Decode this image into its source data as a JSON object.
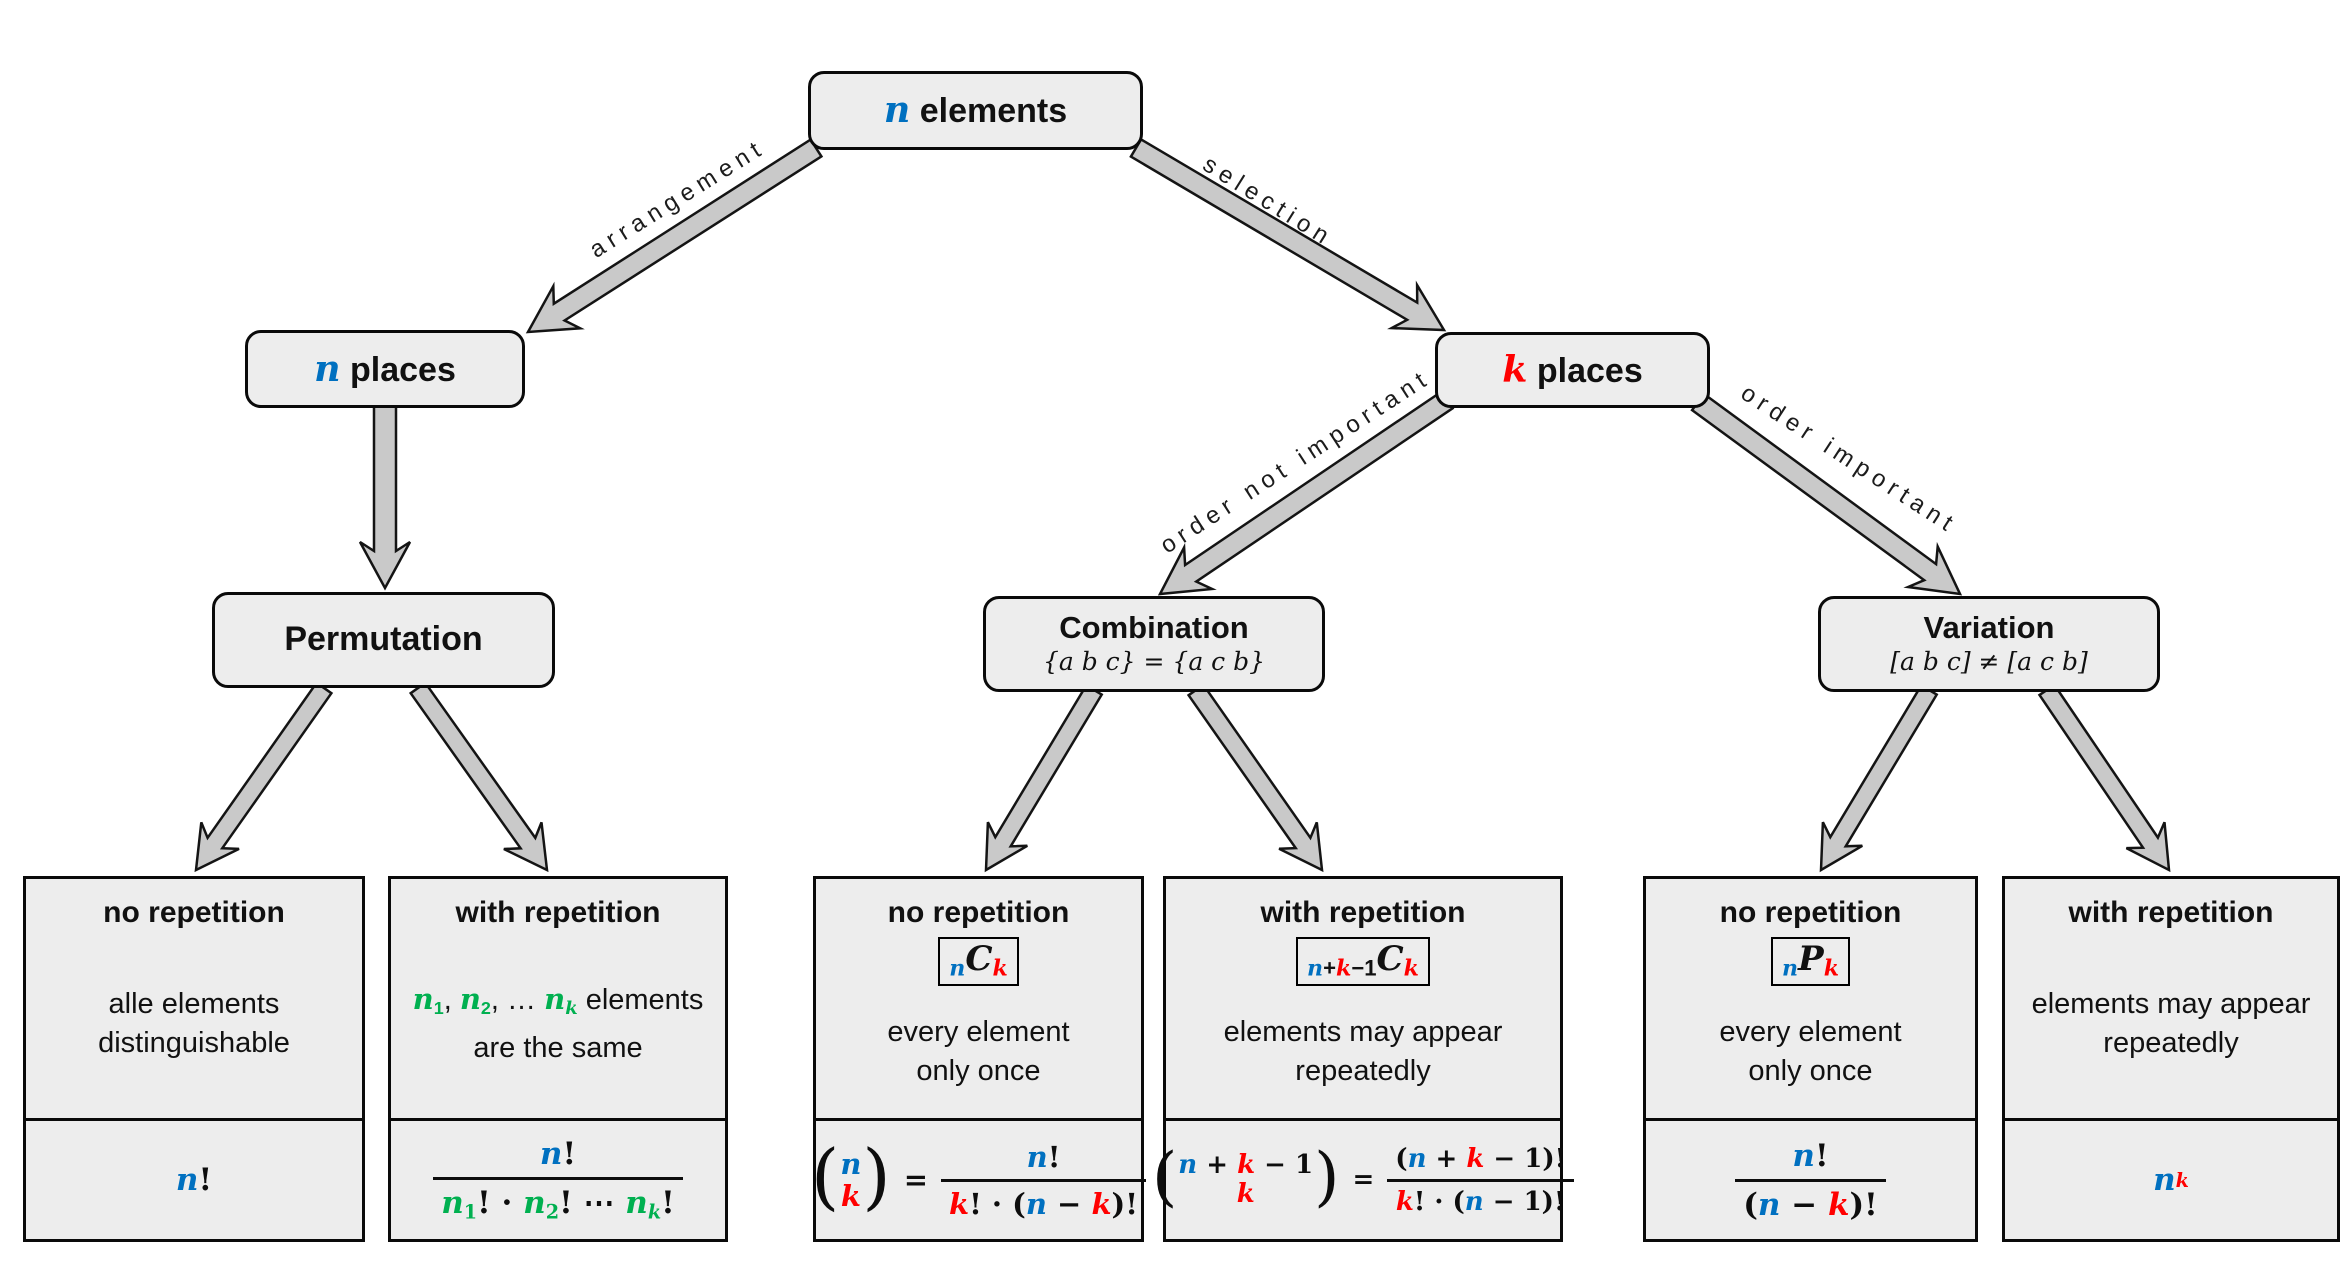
{
  "colors": {
    "blue": "#0070C0",
    "red": "#FF0000",
    "green": "#00B050",
    "fill": "#EDEDED",
    "arrow": "#C9C9C9",
    "border": "#0A0A0A"
  },
  "nodes": {
    "root": {
      "title": [
        {
          "t": "n",
          "c": "blue",
          "m": 1
        },
        {
          "t": " elements"
        }
      ]
    },
    "n_places": {
      "title": [
        {
          "t": "n",
          "c": "blue",
          "m": 1
        },
        {
          "t": " places"
        }
      ]
    },
    "k_places": {
      "title": [
        {
          "t": "k",
          "c": "red",
          "m": 1
        },
        {
          "t": " places"
        }
      ]
    },
    "permutation": {
      "title": [
        {
          "t": "Permutation"
        }
      ]
    },
    "combination": {
      "title": [
        {
          "t": "Combination"
        }
      ],
      "subtitle": "{a b c} = {a c b}"
    },
    "variation": {
      "title": [
        {
          "t": "Variation"
        }
      ],
      "subtitle": "[a b c] ≠ [a c b]"
    }
  },
  "edge_labels": {
    "arrangement": "arrangement",
    "selection": "selection",
    "order_not_important": "order not important",
    "order_important": "order important"
  },
  "leaves": [
    {
      "id": "permutation-no-repetition",
      "title": "no repetition",
      "badge": null,
      "desc": [
        [
          {
            "t": "alle elements"
          }
        ],
        [
          {
            "t": "distinguishable"
          }
        ]
      ],
      "formula": {
        "kind": "plain",
        "seq": [
          {
            "t": "n",
            "c": "blue",
            "m": 1
          },
          {
            "t": "!"
          }
        ]
      }
    },
    {
      "id": "permutation-with-repetition",
      "title": "with repetition",
      "badge": null,
      "desc": [
        [
          {
            "t": "n",
            "c": "green",
            "m": 1
          },
          {
            "t": "1",
            "c": "green",
            "v": "sub"
          },
          {
            "t": ", "
          },
          {
            "t": "n",
            "c": "green",
            "m": 1
          },
          {
            "t": "2",
            "c": "green",
            "v": "sub"
          },
          {
            "t": ", … "
          },
          {
            "t": "n",
            "c": "green",
            "m": 1
          },
          {
            "t": "k",
            "c": "green",
            "m": 1,
            "v": "sub"
          },
          {
            "t": " elements"
          }
        ],
        [
          {
            "t": "are the same"
          }
        ]
      ],
      "formula": {
        "kind": "frac",
        "num": [
          {
            "t": "n",
            "c": "blue",
            "m": 1
          },
          {
            "t": "!"
          }
        ],
        "den": [
          {
            "t": "n",
            "c": "green",
            "m": 1
          },
          {
            "t": "1",
            "c": "green",
            "v": "sub"
          },
          {
            "t": "! · "
          },
          {
            "t": "n",
            "c": "green",
            "m": 1
          },
          {
            "t": "2",
            "c": "green",
            "v": "sub"
          },
          {
            "t": "! ⋯ "
          },
          {
            "t": "n",
            "c": "green",
            "m": 1
          },
          {
            "t": "k",
            "c": "green",
            "m": 1,
            "v": "sub"
          },
          {
            "t": "!"
          }
        ]
      }
    },
    {
      "id": "combination-no-repetition",
      "title": "no repetition",
      "badge": [
        {
          "t": "n",
          "c": "blue",
          "m": 1,
          "v": "sub"
        },
        {
          "t": "C",
          "m": 1,
          "v": "big"
        },
        {
          "t": "k",
          "c": "red",
          "m": 1,
          "v": "sub"
        }
      ],
      "desc": [
        [
          {
            "t": "every element"
          }
        ],
        [
          {
            "t": "only once"
          }
        ]
      ],
      "formula": {
        "kind": "binom-eq",
        "eq": "=",
        "top": [
          {
            "t": "n",
            "c": "blue",
            "m": 1
          }
        ],
        "bot": [
          {
            "t": "k",
            "c": "red",
            "m": 1
          }
        ],
        "num": [
          {
            "t": "n",
            "c": "blue",
            "m": 1
          },
          {
            "t": "!"
          }
        ],
        "den": [
          {
            "t": "k",
            "c": "red",
            "m": 1
          },
          {
            "t": "! · ("
          },
          {
            "t": "n",
            "c": "blue",
            "m": 1
          },
          {
            "t": " − "
          },
          {
            "t": "k",
            "c": "red",
            "m": 1
          },
          {
            "t": ")!"
          }
        ]
      }
    },
    {
      "id": "combination-with-repetition",
      "title": "with repetition",
      "badge": [
        {
          "t": "n",
          "c": "blue",
          "m": 1,
          "v": "sub"
        },
        {
          "t": "+",
          "v": "sub"
        },
        {
          "t": "k",
          "c": "red",
          "m": 1,
          "v": "sub"
        },
        {
          "t": "−1",
          "v": "sub"
        },
        {
          "t": "C",
          "m": 1,
          "v": "big"
        },
        {
          "t": "k",
          "c": "red",
          "m": 1,
          "v": "sub"
        }
      ],
      "desc": [
        [
          {
            "t": "elements may appear"
          }
        ],
        [
          {
            "t": "repeatedly"
          }
        ]
      ],
      "formula": {
        "kind": "binom-eq",
        "eq": "=",
        "top": [
          {
            "t": "n",
            "c": "blue",
            "m": 1
          },
          {
            "t": " + "
          },
          {
            "t": "k",
            "c": "red",
            "m": 1
          },
          {
            "t": " − 1"
          }
        ],
        "bot": [
          {
            "t": "k",
            "c": "red",
            "m": 1
          }
        ],
        "num": [
          {
            "t": "("
          },
          {
            "t": "n",
            "c": "blue",
            "m": 1
          },
          {
            "t": " + "
          },
          {
            "t": "k",
            "c": "red",
            "m": 1
          },
          {
            "t": " − 1)!"
          }
        ],
        "den": [
          {
            "t": "k",
            "c": "red",
            "m": 1
          },
          {
            "t": "! · ("
          },
          {
            "t": "n",
            "c": "blue",
            "m": 1
          },
          {
            "t": " − 1)!"
          }
        ]
      }
    },
    {
      "id": "variation-no-repetition",
      "title": "no repetition",
      "badge": [
        {
          "t": "n",
          "c": "blue",
          "m": 1,
          "v": "sub"
        },
        {
          "t": "P",
          "m": 1,
          "v": "big"
        },
        {
          "t": "k",
          "c": "red",
          "m": 1,
          "v": "sub"
        }
      ],
      "desc": [
        [
          {
            "t": "every element"
          }
        ],
        [
          {
            "t": "only once"
          }
        ]
      ],
      "formula": {
        "kind": "frac",
        "num": [
          {
            "t": "n",
            "c": "blue",
            "m": 1
          },
          {
            "t": "!"
          }
        ],
        "den": [
          {
            "t": "("
          },
          {
            "t": "n",
            "c": "blue",
            "m": 1
          },
          {
            "t": " − "
          },
          {
            "t": "k",
            "c": "red",
            "m": 1
          },
          {
            "t": ")!"
          }
        ]
      }
    },
    {
      "id": "variation-with-repetition",
      "title": "with repetition",
      "badge": null,
      "desc": [
        [
          {
            "t": "elements may appear"
          }
        ],
        [
          {
            "t": "repeatedly"
          }
        ]
      ],
      "formula": {
        "kind": "plain",
        "seq": [
          {
            "t": "n",
            "c": "blue",
            "m": 1
          },
          {
            "t": "k",
            "c": "red",
            "m": 1,
            "v": "sup"
          }
        ]
      }
    }
  ]
}
